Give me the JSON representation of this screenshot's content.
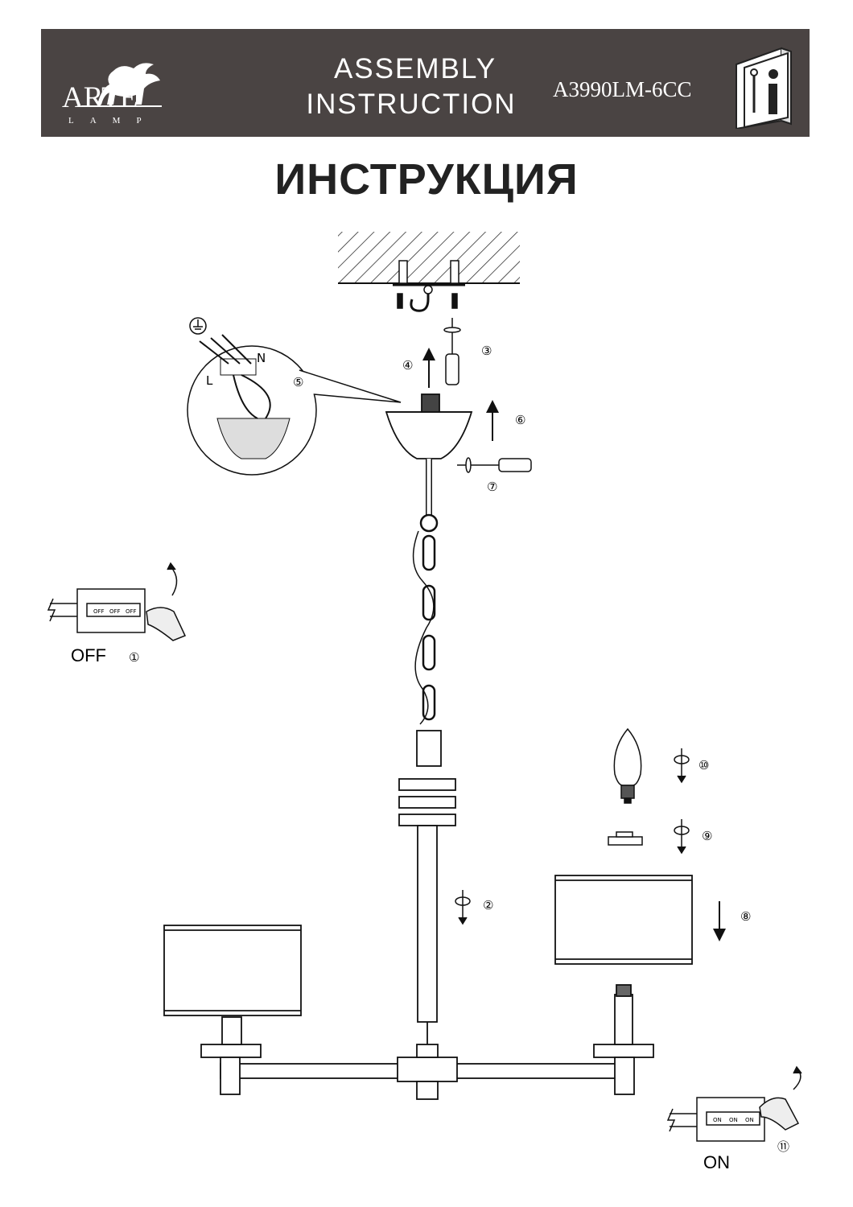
{
  "header": {
    "logo_word": "ARTE",
    "logo_sub": "LAMP",
    "title_line1": "ASSEMBLY",
    "title_line2": "INSTRUCTION",
    "model": "A3990LM-6CC"
  },
  "subtitle": "ИНСТРУКЦИЯ",
  "steps": {
    "s1": "1",
    "s2": "2",
    "s3": "3",
    "s4": "4",
    "s5": "5",
    "s6": "6",
    "s7": "7",
    "s8": "8",
    "s9": "9",
    "s10": "10",
    "s11": "11"
  },
  "switch_off": {
    "label": "OFF",
    "key": "OFF"
  },
  "switch_on": {
    "label": "ON",
    "key": "ON"
  },
  "wiring": {
    "n": "N",
    "l": "L"
  }
}
